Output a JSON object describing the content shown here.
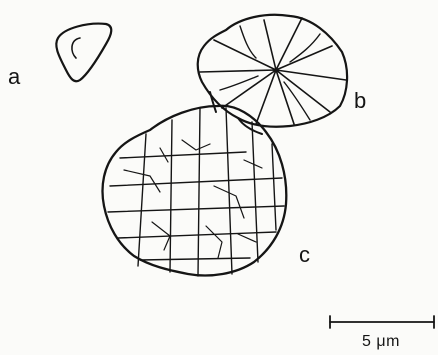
{
  "labels": {
    "a": "a",
    "b": "b",
    "c": "c"
  },
  "scale_bar": {
    "label": "5 μm"
  },
  "colors": {
    "ink": "#151515",
    "paper": "#fbfbf9"
  }
}
